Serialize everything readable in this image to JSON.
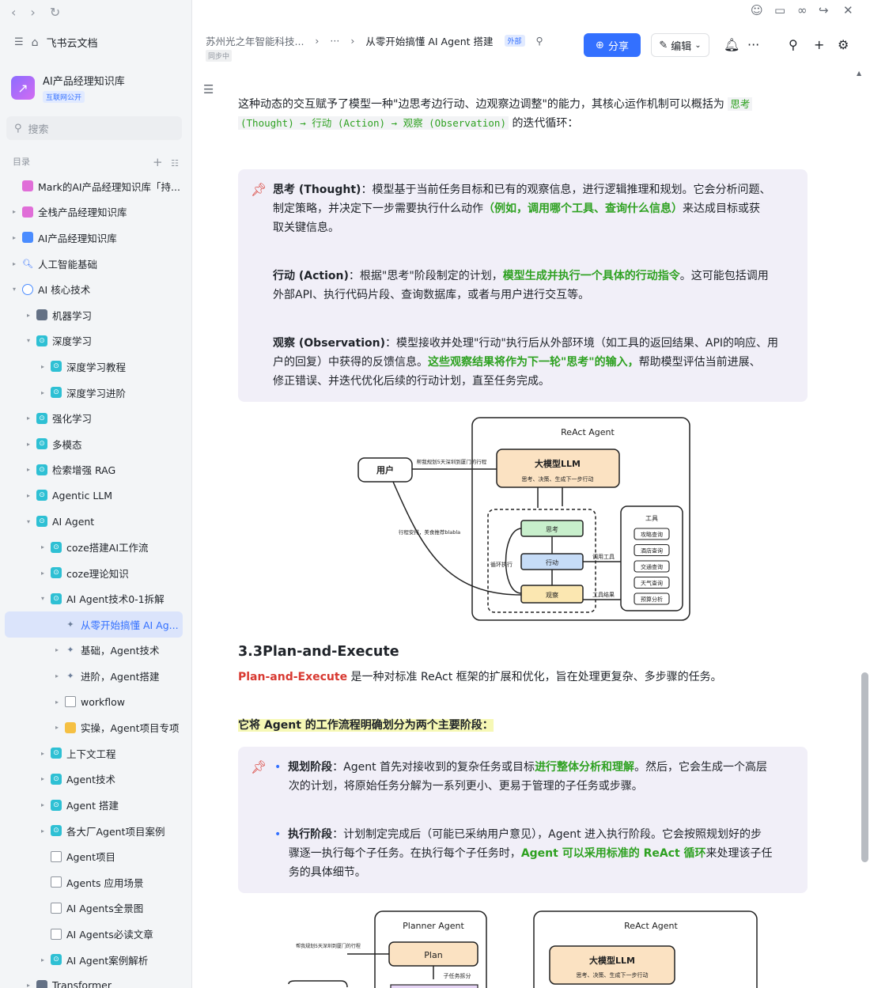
{
  "window": {
    "back": "‹",
    "forward": "›",
    "reload": "↻"
  },
  "sidebar": {
    "app_name": "飞书云文档",
    "kb_title": "AI产品经理知识库",
    "kb_badge": "互联网公开",
    "search_placeholder": "搜索",
    "toc_label": "目录",
    "items": [
      {
        "label": "Mark的AI产品经理知识库「持...",
        "level": 0,
        "arrow": "",
        "icon": "pink"
      },
      {
        "label": "全栈产品经理知识库",
        "level": 0,
        "arrow": "▸",
        "icon": "pink"
      },
      {
        "label": "AI产品经理知识库",
        "level": 0,
        "arrow": "▸",
        "icon": "blue"
      },
      {
        "label": "人工智能基础",
        "level": 0,
        "arrow": "▸",
        "icon": "search"
      },
      {
        "label": "AI 核心技术",
        "level": 0,
        "arrow": "▾",
        "icon": "globe"
      },
      {
        "label": "机器学习",
        "level": 1,
        "arrow": "▸",
        "icon": "ml"
      },
      {
        "label": "深度学习",
        "level": 1,
        "arrow": "▾",
        "icon": "cyan"
      },
      {
        "label": "深度学习教程",
        "level": 2,
        "arrow": "▸",
        "icon": "cyan"
      },
      {
        "label": "深度学习进阶",
        "level": 2,
        "arrow": "▸",
        "icon": "cyan"
      },
      {
        "label": "强化学习",
        "level": 1,
        "arrow": "▸",
        "icon": "cyan"
      },
      {
        "label": "多模态",
        "level": 1,
        "arrow": "▸",
        "icon": "cyan"
      },
      {
        "label": "检索增强 RAG",
        "level": 1,
        "arrow": "▸",
        "icon": "cyan"
      },
      {
        "label": "Agentic LLM",
        "level": 1,
        "arrow": "▸",
        "icon": "cyan"
      },
      {
        "label": "AI Agent",
        "level": 1,
        "arrow": "▾",
        "icon": "cyan"
      },
      {
        "label": "coze搭建AI工作流",
        "level": 2,
        "arrow": "▸",
        "icon": "cyan"
      },
      {
        "label": "coze理论知识",
        "level": 2,
        "arrow": "▸",
        "icon": "cyan"
      },
      {
        "label": "AI Agent技术0-1拆解",
        "level": 2,
        "arrow": "▾",
        "icon": "cyan"
      },
      {
        "label": "从零开始搞懂 AI Ag...",
        "level": 3,
        "arrow": "",
        "icon": "emoji",
        "selected": true
      },
      {
        "label": "基础，Agent技术",
        "level": 3,
        "arrow": "▸",
        "icon": "emoji"
      },
      {
        "label": "进阶，Agent搭建",
        "level": 3,
        "arrow": "▸",
        "icon": "emoji"
      },
      {
        "label": "workflow",
        "level": 3,
        "arrow": "▸",
        "icon": "doc"
      },
      {
        "label": "实操，Agent项目专项",
        "level": 3,
        "arrow": "▸",
        "icon": "yellow"
      },
      {
        "label": "上下文工程",
        "level": 2,
        "arrow": "▸",
        "icon": "cyan"
      },
      {
        "label": "Agent技术",
        "level": 2,
        "arrow": "▸",
        "icon": "cyan"
      },
      {
        "label": "Agent 搭建",
        "level": 2,
        "arrow": "▸",
        "icon": "cyan"
      },
      {
        "label": "各大厂Agent项目案例",
        "level": 2,
        "arrow": "▸",
        "icon": "cyan"
      },
      {
        "label": "Agent项目",
        "level": 2,
        "arrow": "",
        "icon": "doc"
      },
      {
        "label": "Agents 应用场景",
        "level": 2,
        "arrow": "",
        "icon": "doc"
      },
      {
        "label": "AI Agents全景图",
        "level": 2,
        "arrow": "",
        "icon": "doc"
      },
      {
        "label": "AI Agents必读文章",
        "level": 2,
        "arrow": "",
        "icon": "doc"
      },
      {
        "label": "AI Agent案例解析",
        "level": 2,
        "arrow": "▸",
        "icon": "cyan"
      },
      {
        "label": "Transformer",
        "level": 1,
        "arrow": "▸",
        "icon": "ml"
      }
    ]
  },
  "topbar": {
    "breadcrumb_1": "苏州光之年智能科技...",
    "ellipsis": "···",
    "doc_title": "从零开始搞懂 AI Agent 搭建",
    "tag": "外部",
    "sync": "同步中",
    "share": "分享",
    "edit": "编辑"
  },
  "content": {
    "intro_1": "这种动态的交互赋予了模型一种\"边思考边行动、边观察边调整\"的能力，其核心运作机制可以概括为",
    "intro_code_1": "思考",
    "intro_code_2": "(Thought) → 行动 (Action) → 观察 (Observation)",
    "intro_2": "的迭代循环：",
    "thought_head": "思考 (Thought)",
    "thought_1": "：模型基于当前任务目标和已有的观察信息，进行逻辑推理和规划。它会分析问题、",
    "thought_2a": "制定策略，并决定下一步需要执行什么动作",
    "thought_2b": "（例如，调用哪个工具、查询什么信息）",
    "thought_2c": "来达成目标或获",
    "thought_3": "取关键信息。",
    "action_head": "行动 (Action)",
    "action_1a": "：根据\"思考\"阶段制定的计划，",
    "action_1b": "模型生成并执行一个具体的行动指令",
    "action_1c": "。这可能包括调用",
    "action_2": "外部API、执行代码片段、查询数据库，或者与用户进行交互等。",
    "obs_head": "观察 (Observation)",
    "obs_1": "：模型接收并处理\"行动\"执行后从外部环境（如工具的返回结果、API的响应、用",
    "obs_2a": "户的回复）中获得的反馈信息。",
    "obs_2b": "这些观察结果将作为下一轮\"思考\"的输入，",
    "obs_2c": "帮助模型评估当前进展、",
    "obs_3": "修正错误、并迭代优化后续的行动计划，直至任务完成。",
    "h_plan": "3.3Plan-and-Execute",
    "plan_red": "Plan-and-Execute",
    "plan_desc": " 是一种对标准 ReAct 框架的扩展和优化，旨在处理更复杂、多步骤的任务。",
    "plan_hl": "它将 Agent 的工作流程明确划分为两个主要阶段：",
    "p1_head": "规划阶段",
    "p1_a": "：Agent 首先对接收到的复杂任务或目标",
    "p1_b": "进行整体分析和理解",
    "p1_c": "。然后，它会生成一个高层",
    "p1_2": "次的计划，将原始任务分解为一系列更小、更易于管理的子任务或步骤。",
    "p2_head": "执行阶段",
    "p2_a": "：计划制定完成后（可能已采纳用户意见），Agent 进入执行阶段。它会按照规划好的步",
    "p2_2a": "骤逐一执行每个子任务。在执行每个子任务时，",
    "p2_2b": "Agent 可以采用标准的 ReAct 循环",
    "p2_2c": "来处理该子任",
    "p2_3": "务的具体细节。"
  },
  "diagram1": {
    "title": "ReAct Agent",
    "user": "用户",
    "user_msg": "帮我规划5天深圳到厦门的行程",
    "llm": "大模型LLM",
    "llm_sub": "思考、决策、生成下一步行动",
    "think": "思考",
    "act": "行动",
    "obs": "观察",
    "loop": "循环执行",
    "call_tool": "调用工具",
    "tool_result": "工具结果",
    "tools_title": "工具",
    "tools": [
      "攻略查询",
      "酒店查询",
      "交通查询",
      "天气查询",
      "预算分析"
    ],
    "return_msg": "行程安排，美食推荐blabla"
  },
  "diagram2": {
    "planner": "Planner Agent",
    "plan": "Plan",
    "sub": "子任务拆分",
    "user_msg": "帮我规划5天深圳到厦门的行程",
    "react": "ReAct Agent",
    "llm": "大模型LLM",
    "llm_sub": "思考、决策、生成下一步行动"
  }
}
